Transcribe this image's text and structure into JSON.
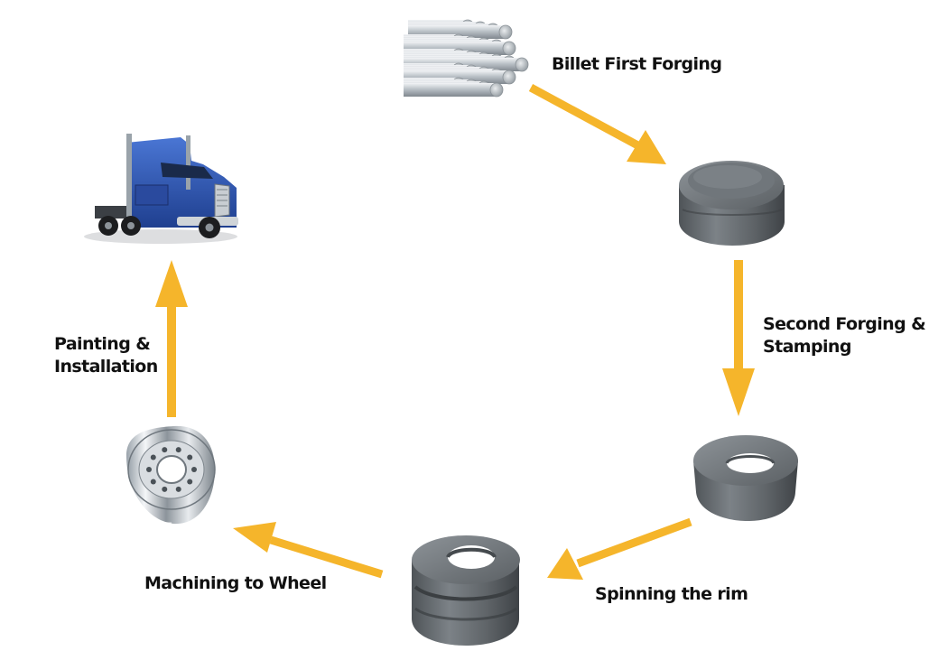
{
  "diagram": {
    "title": "",
    "steps": [
      {
        "id": "billet",
        "icon": "steel-billets-icon",
        "label_lines": [
          "Billet First Forging"
        ]
      },
      {
        "id": "second",
        "icon": "forged-blank-icon",
        "label_lines": [
          "Second Forging &",
          "Stamping"
        ]
      },
      {
        "id": "spinning",
        "icon": "stamped-ring-icon",
        "label_lines": [
          "Spinning the rim"
        ]
      },
      {
        "id": "machining",
        "icon": "spun-rim-icon",
        "label_lines": [
          "Machining to Wheel"
        ]
      },
      {
        "id": "painting",
        "icon": "chrome-wheel-icon",
        "label_lines": [
          "Painting &",
          "Installation"
        ]
      },
      {
        "id": "truck",
        "icon": "semi-truck-icon",
        "label_lines": []
      }
    ],
    "arrows": [
      {
        "from": "billet",
        "to": "second"
      },
      {
        "from": "second",
        "to": "spinning"
      },
      {
        "from": "spinning",
        "to": "machining"
      },
      {
        "from": "machining",
        "to": "painting"
      },
      {
        "from": "painting",
        "to": "truck"
      }
    ],
    "colors": {
      "arrow": "#f5b52b",
      "label": "#111111",
      "metal": "#6e7479",
      "truck": "#2f57b5"
    }
  }
}
